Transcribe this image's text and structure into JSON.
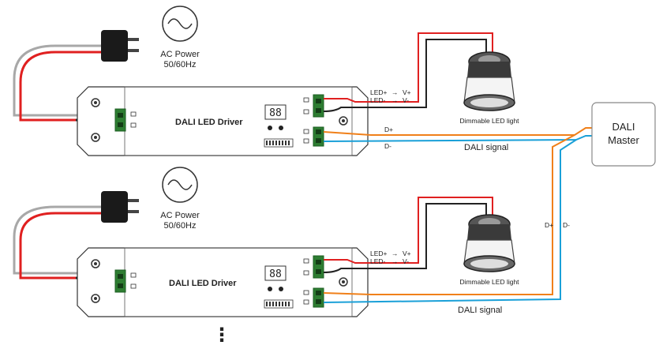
{
  "ac_power": {
    "line1": "AC Power",
    "line2": "50/60Hz"
  },
  "driver": {
    "title": "DALI LED Driver",
    "display": "88"
  },
  "led_terminals": {
    "plus": "LED+",
    "arrow": "→",
    "v_plus": "V+",
    "minus": "LED-",
    "v_minus": "V-"
  },
  "dali_terminals": {
    "plus": "D+",
    "minus": "D-"
  },
  "light": {
    "label": "Dimmable LED light"
  },
  "bus": {
    "label": "DALI signal"
  },
  "master": {
    "line1": "DALI",
    "line2": "Master"
  },
  "continuation": "⋮",
  "colors": {
    "red": "#e02020",
    "gray": "#a8a8a8",
    "black": "#222222",
    "orange": "#f0801a",
    "blue": "#1aa0d8",
    "terminal_green": "#2e7d32"
  }
}
